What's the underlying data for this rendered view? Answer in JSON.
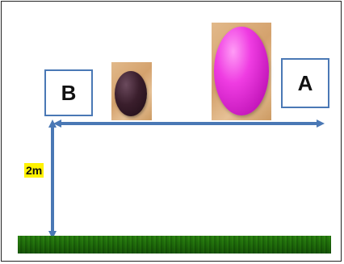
{
  "labels": {
    "left": "B",
    "right": "A",
    "height": "2m"
  },
  "colors": {
    "arrow": "#4a78b5",
    "small_egg": "#2a1420",
    "large_egg": "#e43ad8",
    "highlight": "#fff200",
    "grass": "#4d9a2f"
  }
}
